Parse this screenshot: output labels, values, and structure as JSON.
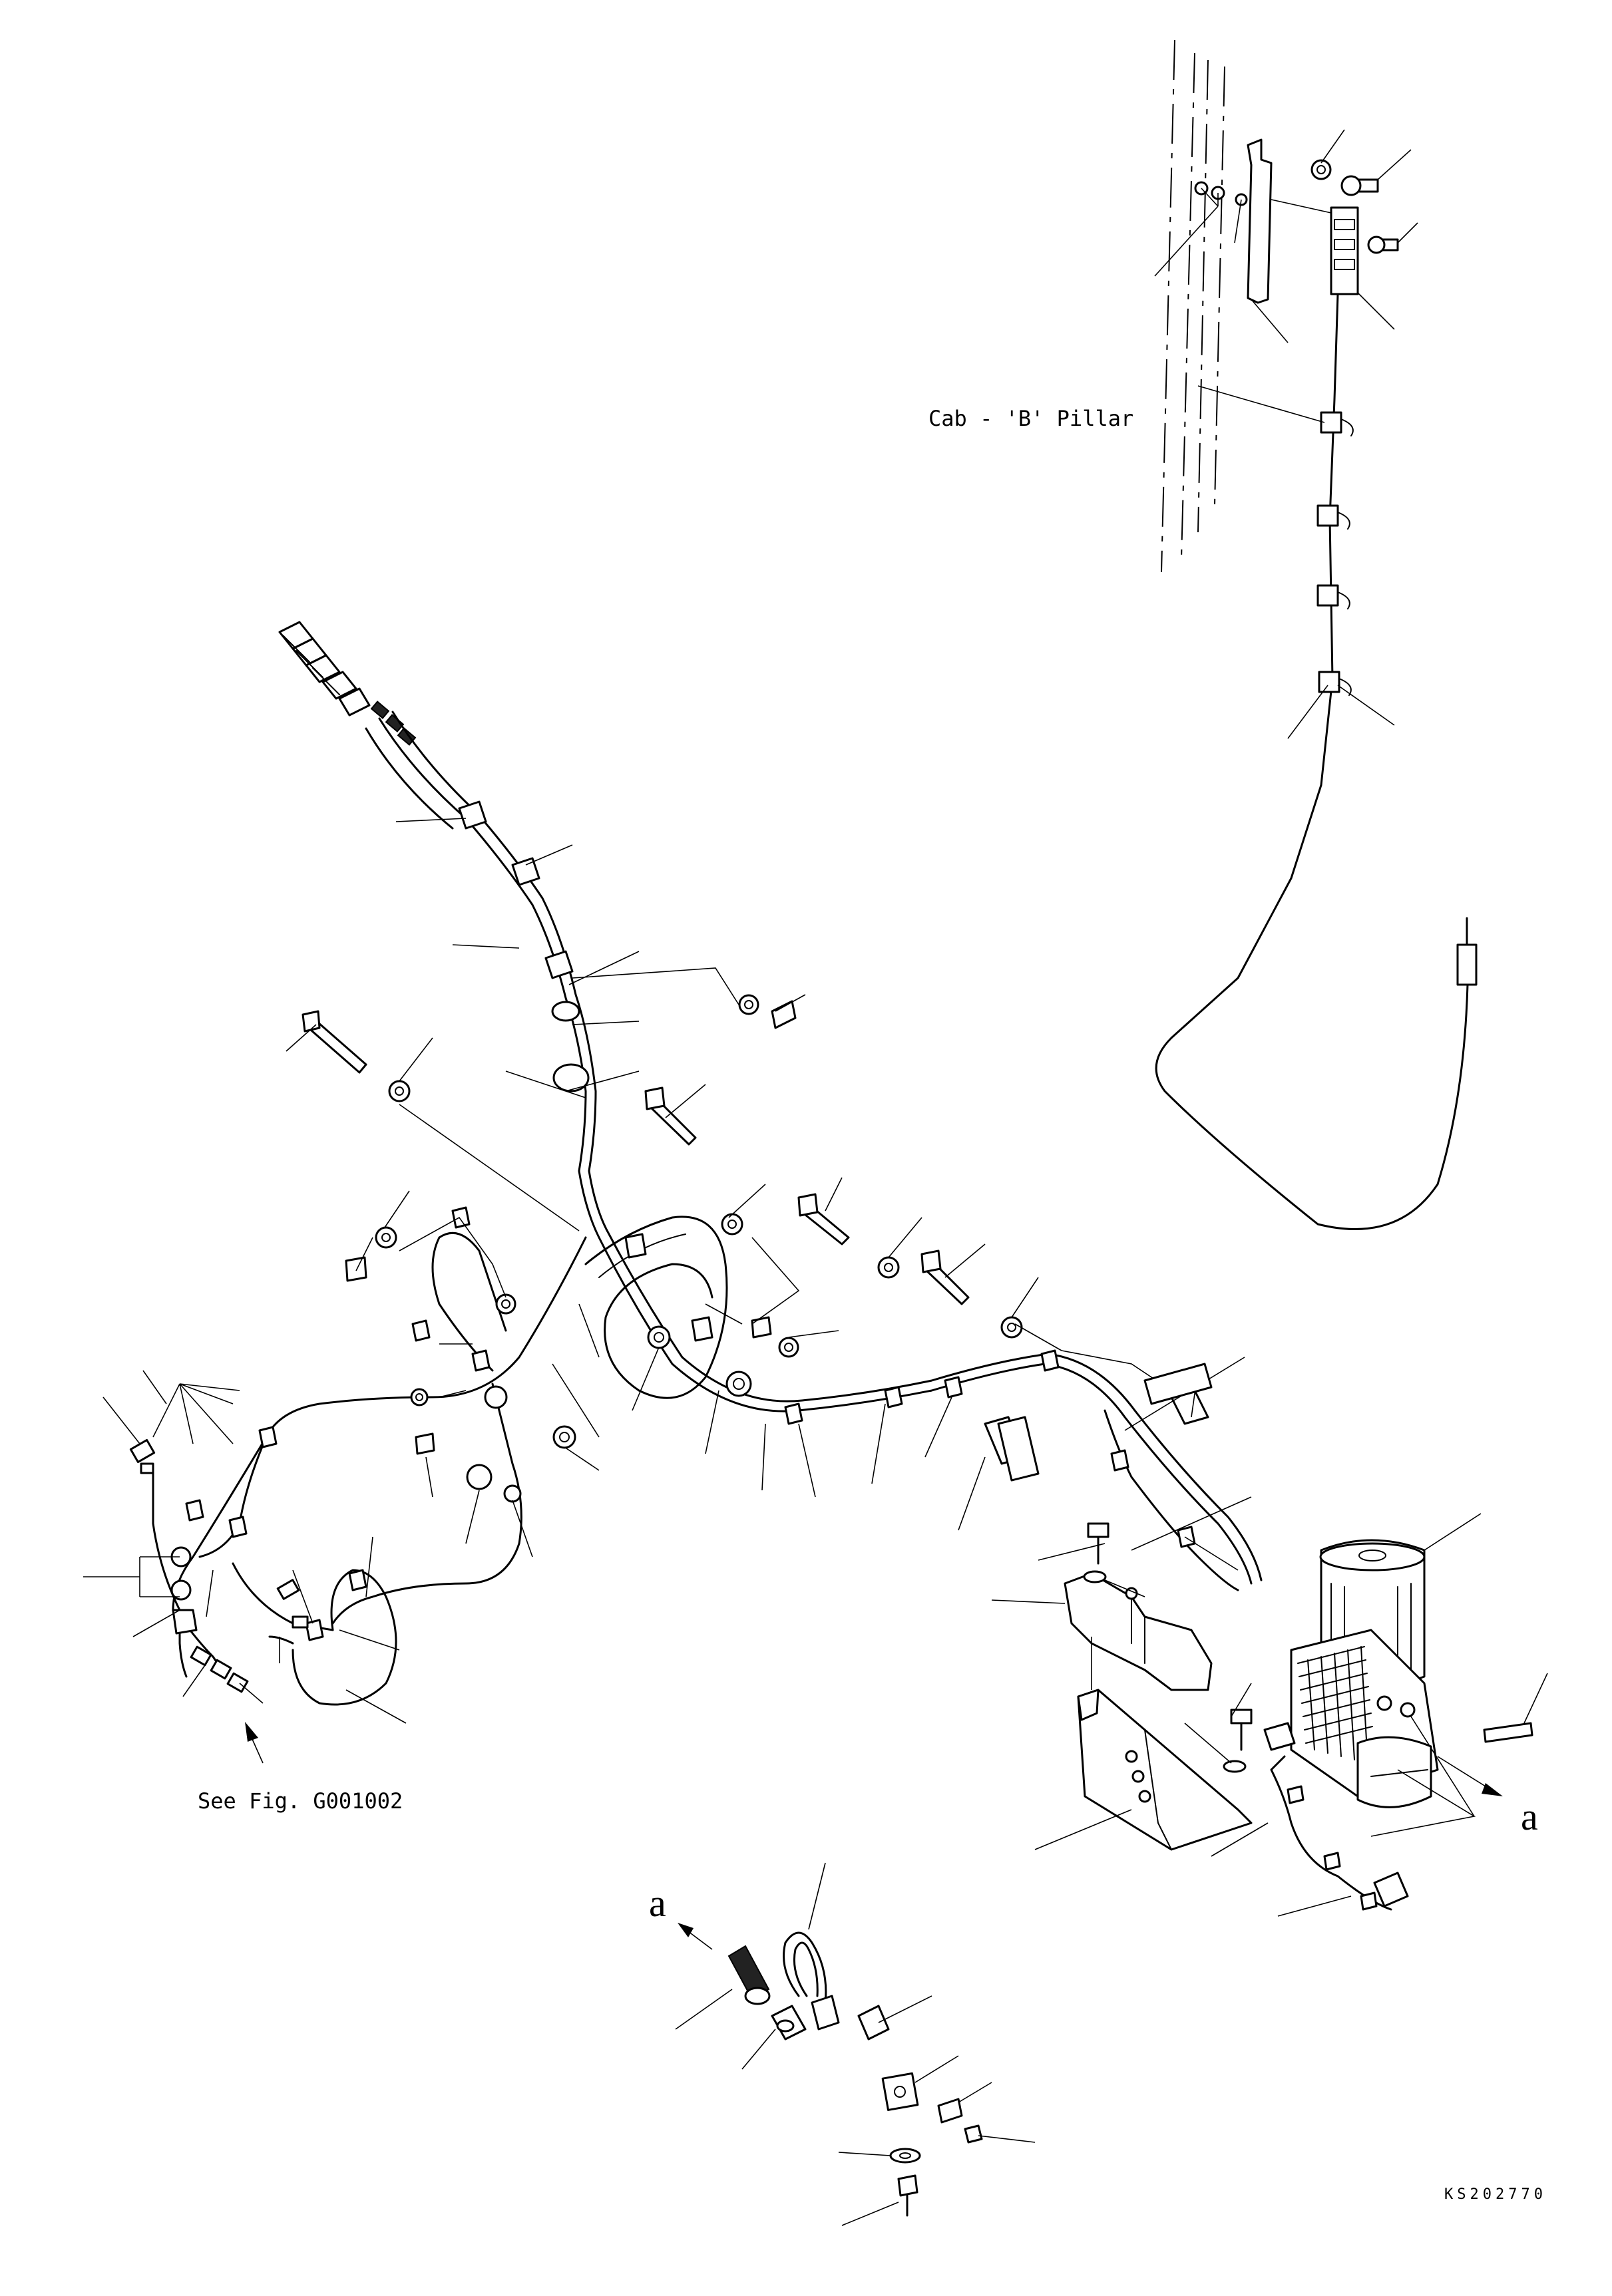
{
  "labels": {
    "cab_pillar": "Cab - 'B' Pillar",
    "see_fig": "See Fig. G001002",
    "view_a_right": "a",
    "view_a_left": "a",
    "drawing_code": "KS202770"
  }
}
